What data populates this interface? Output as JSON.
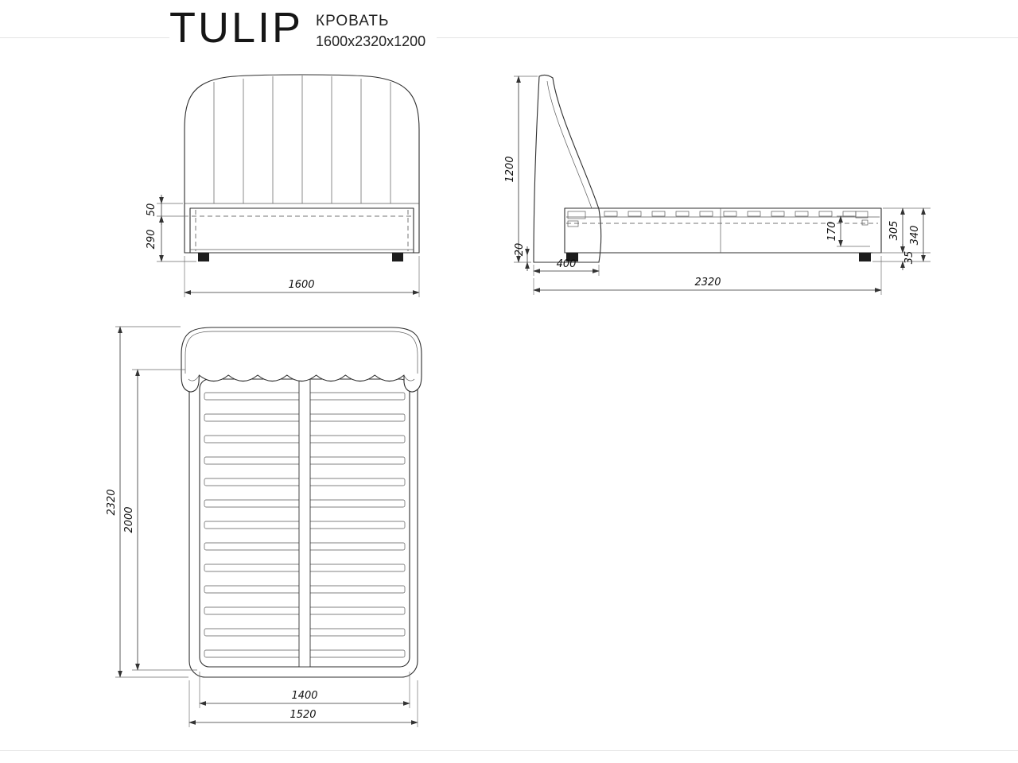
{
  "page": {
    "title": "TULIP",
    "subtitle": "КРОВАТЬ",
    "size": "1600х2320х1200"
  },
  "dims": {
    "front": {
      "lip_height": "50",
      "base_height": "290",
      "width": "1600"
    },
    "side": {
      "height": "1200",
      "floor_gap": "20",
      "headboard_depth": "400",
      "inner_height": "170",
      "length": "2320",
      "frame_height": "305",
      "foot_height": "35",
      "total_base_height": "340"
    },
    "top": {
      "length_total": "2320",
      "sleep_length": "2000",
      "sleep_width": "1400",
      "frame_width": "1520"
    }
  }
}
